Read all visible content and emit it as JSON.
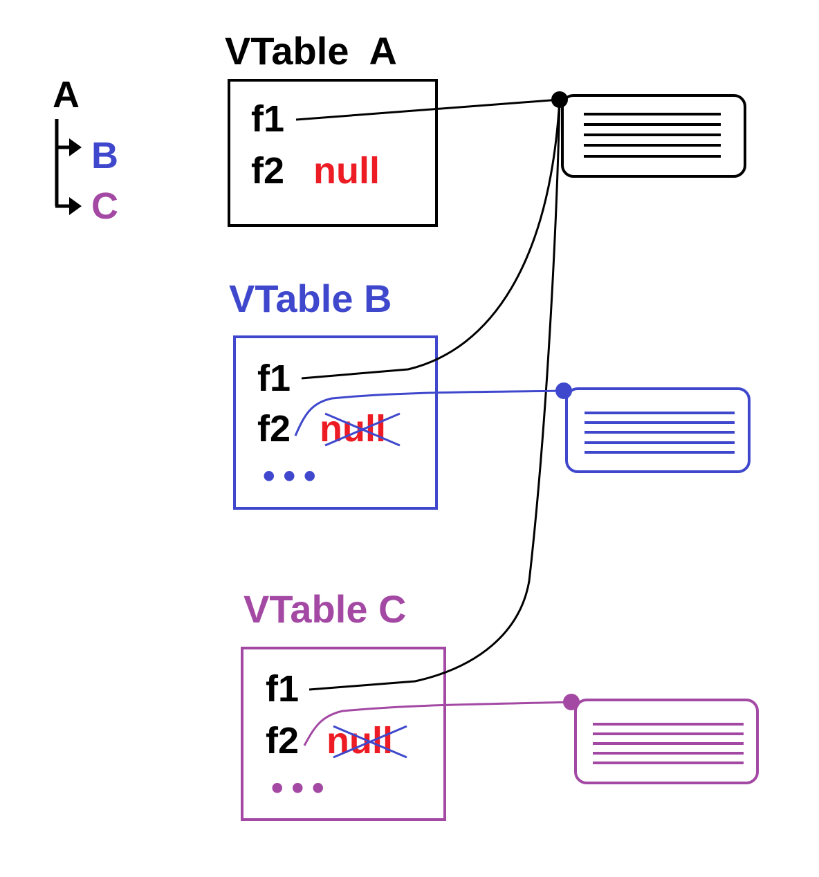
{
  "colors": {
    "black": "#000000",
    "blue": "#3f48cc",
    "purple": "#a349a4",
    "red": "#ed1c24"
  },
  "hierarchy": {
    "root": "A",
    "children": [
      "B",
      "C"
    ]
  },
  "vtables": [
    {
      "title": "VTable  A",
      "f1": "f1",
      "f2": "f2",
      "f2_value": "null",
      "f2_crossed": false,
      "ellipsis": ""
    },
    {
      "title": "VTable B",
      "f1": "f1",
      "f2": "f2",
      "f2_value": "null",
      "f2_crossed": true,
      "ellipsis": "•••"
    },
    {
      "title": "VTable C",
      "f1": "f1",
      "f2": "f2",
      "f2_value": "null",
      "f2_crossed": true,
      "ellipsis": "•••"
    }
  ]
}
